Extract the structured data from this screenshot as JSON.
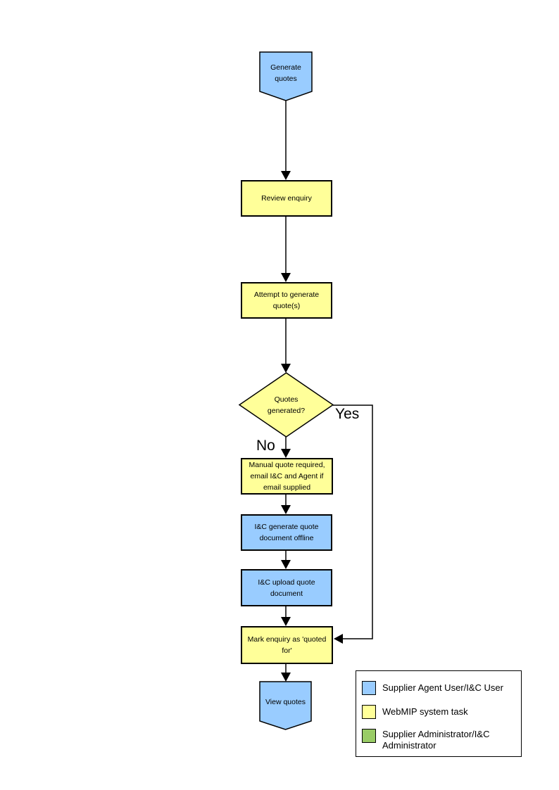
{
  "colors": {
    "actor_blue": "#99CCFF",
    "system_yellow": "#FFFF99",
    "admin_green": "#99CC66",
    "line": "#000000"
  },
  "flow": {
    "start": "Generate quotes",
    "review": "Review enquiry",
    "attempt": "Attempt to generate quote(s)",
    "decision": "Quotes generated?",
    "yes": "Yes",
    "no": "No",
    "manual": "Manual quote required, email I&C and Agent if email supplied",
    "offline": "I&C generate quote document offline",
    "upload": "I&C upload quote document",
    "mark": "Mark enquiry as 'quoted for'",
    "end": "View quotes"
  },
  "legend": {
    "items": [
      {
        "color": "#99CCFF",
        "label": "Supplier Agent User/I&C User"
      },
      {
        "color": "#FFFF99",
        "label": "WebMIP system task"
      },
      {
        "color": "#99CC66",
        "label": "Supplier Administrator/I&C Administrator"
      }
    ]
  }
}
